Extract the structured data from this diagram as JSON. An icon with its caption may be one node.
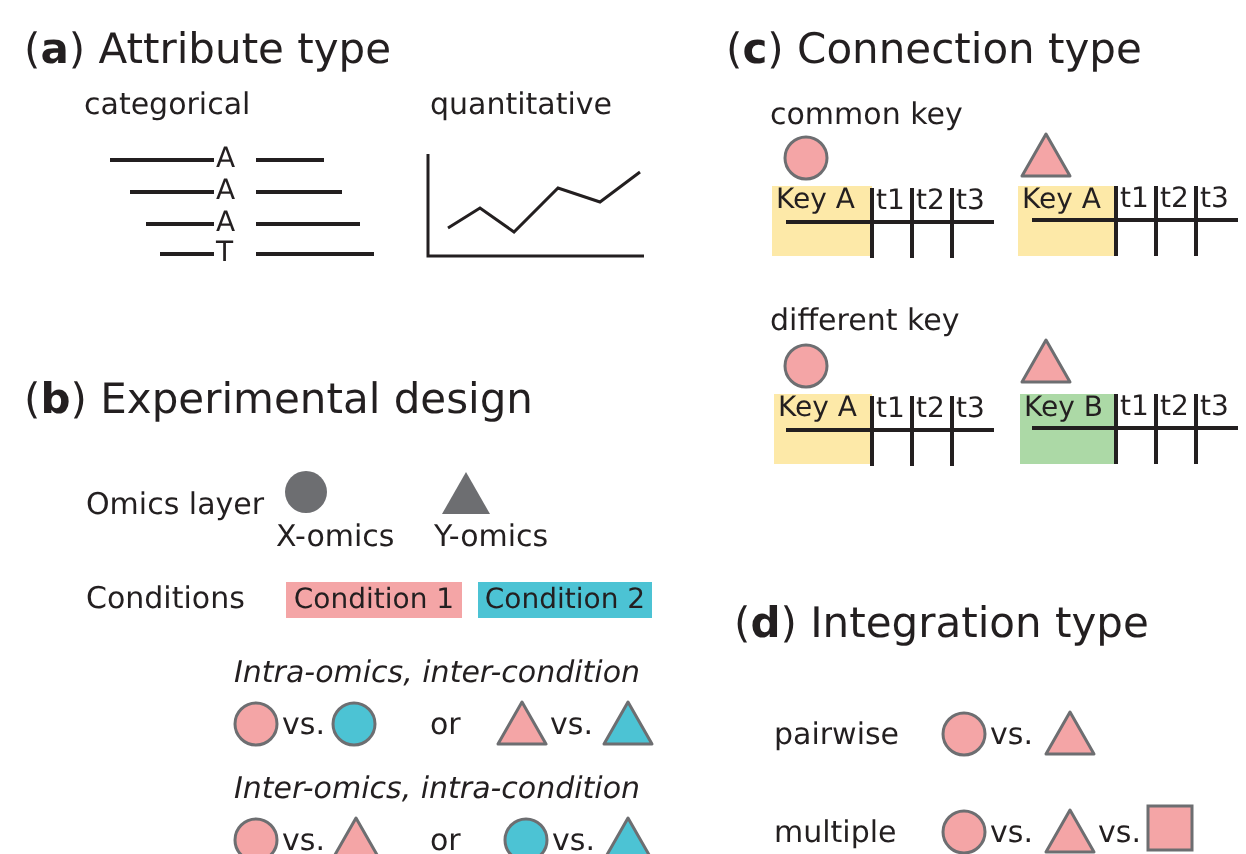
{
  "diagram": {
    "nodes": [
      {
        "text": [
          "Key A"
        ]
      },
      {
        "text": [
          "Key A"
        ]
      },
      {
        "text": [
          "Key A"
        ]
      },
      {
        "text": [
          "Key B"
        ]
      },
      {
        "text": [
          "Condition 1"
        ]
      },
      {
        "text": [
          "Condition 2"
        ]
      }
    ],
    "labels": [
      "(**a**) Attribute type",
      "categorical",
      "quantitative",
      "A",
      "A",
      "A",
      "T",
      "(**c**) Connection type",
      "common key",
      "t1",
      "t2",
      "t3",
      "t1",
      "t2",
      "t3",
      "different key",
      "t1",
      "t2",
      "t3",
      "t1",
      "t2",
      "t3",
      "(**b**) Experimental design",
      "Omics layer",
      "X-omics",
      "Y-omics",
      "Conditions",
      "Intra-omics, inter-condition",
      "vs.",
      "or",
      "vs.",
      "Inter-omics, intra-condition",
      "vs.",
      "or",
      "vs.",
      "(**d**) Integration type",
      "pairwise",
      "vs.",
      "multiple",
      "vs.",
      "vs."
    ]
  }
}
